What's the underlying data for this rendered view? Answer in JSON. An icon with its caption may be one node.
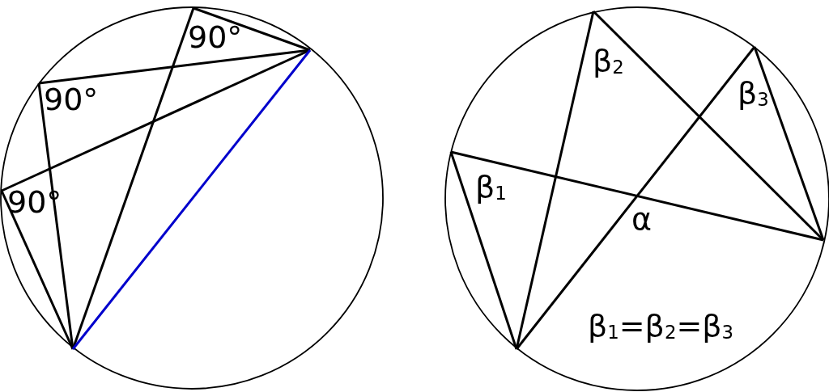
{
  "diagram": {
    "labels": [
      "90°",
      "90°",
      "90°",
      "β$_{2}$",
      "β$_{3}$",
      "β$_{1}$",
      "α",
      "β$_{1}$=β$_{2}$=β$_{3}$"
    ]
  }
}
